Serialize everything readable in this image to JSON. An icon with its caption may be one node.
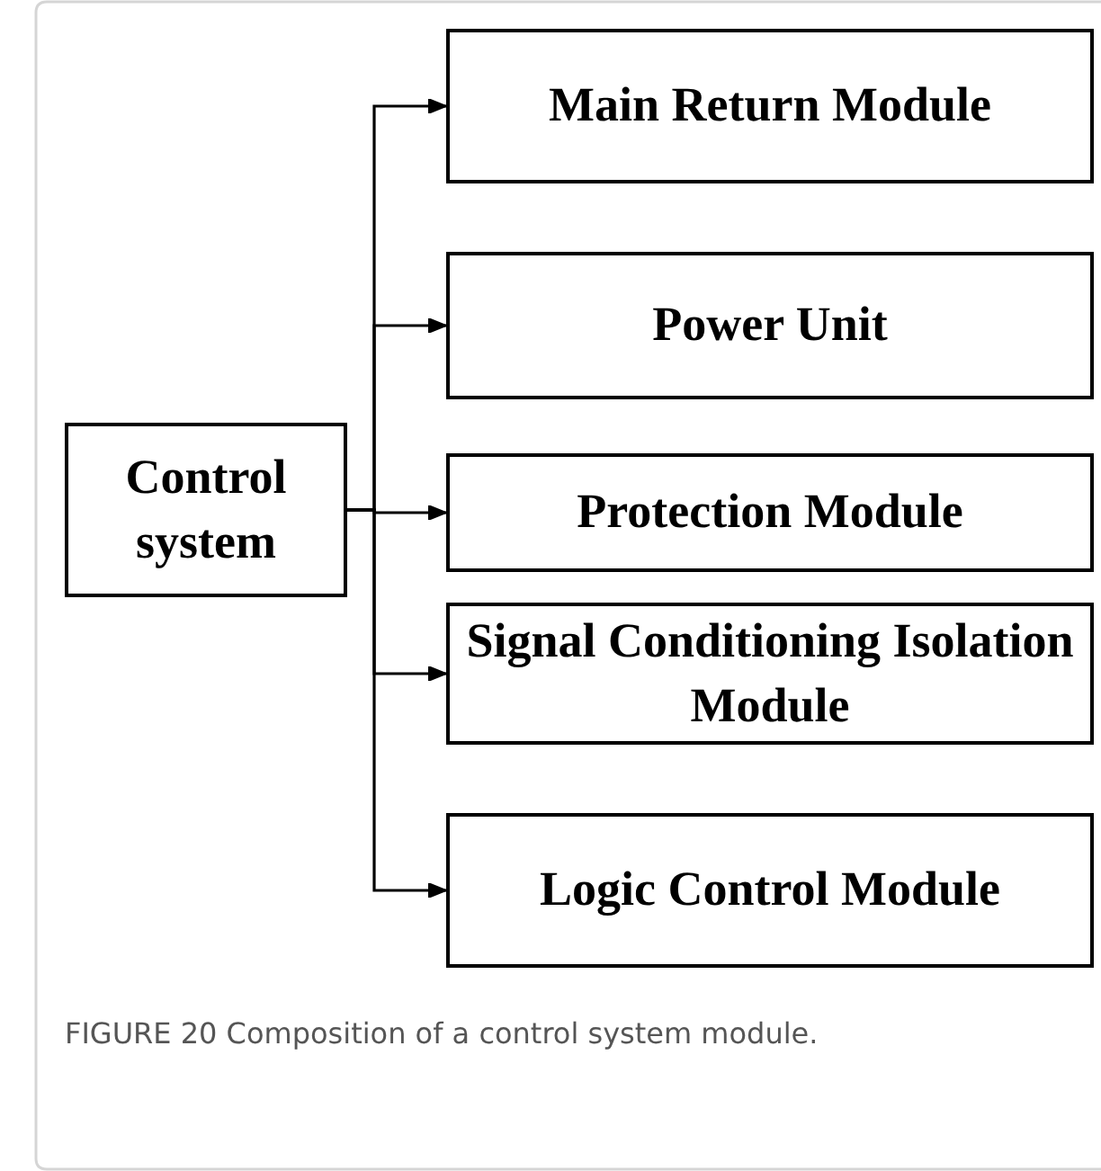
{
  "diagram": {
    "caption": "FIGURE 20 Composition of a control system module.",
    "nodes": [
      {
        "text": [
          "Control system"
        ]
      },
      {
        "text": [
          "Main Return Module"
        ]
      },
      {
        "text": [
          "Power Unit"
        ]
      },
      {
        "text": [
          "Protection Module"
        ]
      },
      {
        "text": [
          "Signal Conditioning Isolation Module"
        ]
      },
      {
        "text": [
          "Logic Control Module"
        ]
      }
    ],
    "edges": [
      {
        "from": 0,
        "to": 1,
        "arrow": "to"
      },
      {
        "from": 0,
        "to": 2,
        "arrow": "to"
      },
      {
        "from": 0,
        "to": 3,
        "arrow": "to"
      },
      {
        "from": 0,
        "to": 4,
        "arrow": "to"
      },
      {
        "from": 0,
        "to": 5,
        "arrow": "to"
      }
    ]
  }
}
